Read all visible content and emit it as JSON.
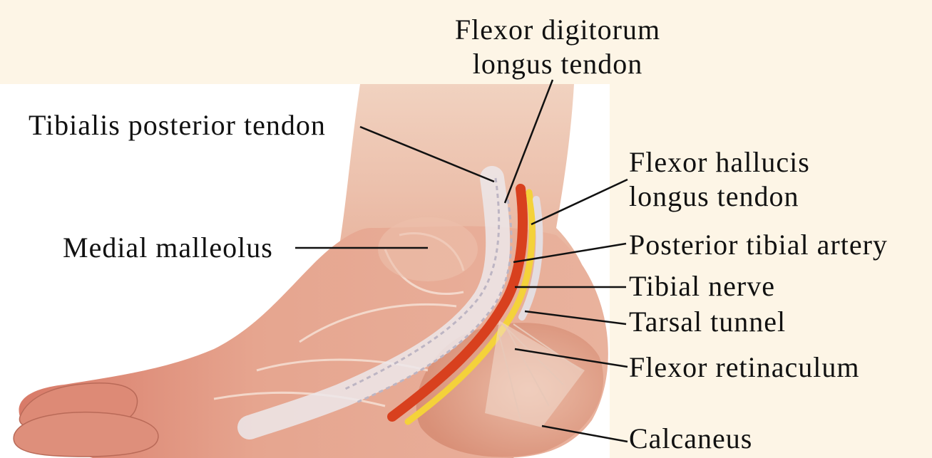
{
  "labels": {
    "flexor_digitorum": "Flexor digitorum longus tendon",
    "flexor_digitorum_line1": "Flexor digitorum",
    "flexor_digitorum_line2": "longus tendon",
    "tibialis_posterior": "Tibialis posterior tendon",
    "flexor_hallucis_line1": "Flexor hallucis",
    "flexor_hallucis_line2": "longus tendon",
    "medial_malleolus": "Medial malleolus",
    "posterior_tibial_artery": "Posterior tibial artery",
    "tibial_nerve": "Tibial nerve",
    "tarsal_tunnel": "Tarsal tunnel",
    "flexor_retinaculum": "Flexor retinaculum",
    "calcaneus": "Calcaneus"
  },
  "colors": {
    "background": "#fdf5e6",
    "skin": "#e8a98f",
    "skin_dark": "#c9765f",
    "artery": "#d8401e",
    "nerve": "#f4d23a",
    "tendon": "#e9e4e6"
  }
}
